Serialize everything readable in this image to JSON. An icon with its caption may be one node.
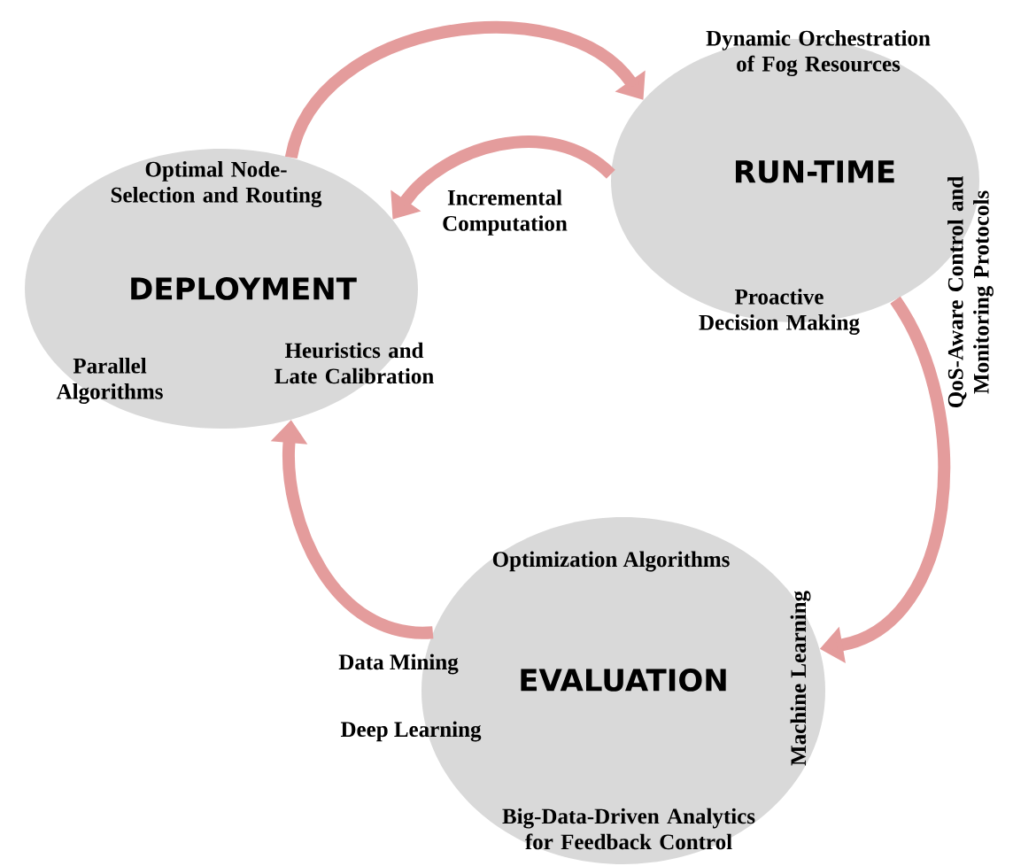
{
  "diagram": {
    "nodes": [
      {
        "text": [
          "Optimal Node-Selection and Routing",
          "DEPLOYMENT",
          "Parallel Algorithms",
          "Heuristics and Late Calibration"
        ]
      },
      {
        "text": [
          "Dynamic Orchestration of Fog Resources",
          "RUN-TIME",
          "Proactive Decision Making"
        ]
      },
      {
        "text": [
          "Optimization Algorithms",
          "Data Mining",
          "EVALUATION",
          "Deep Learning",
          "Big-Data-Driven Analytics for Feedback Control"
        ]
      }
    ],
    "edges": [
      {
        "from": 0,
        "to": 1,
        "arrow": "to"
      },
      {
        "from": 1,
        "to": 0,
        "arrow": "to"
      },
      {
        "from": 1,
        "to": 2,
        "arrow": "to"
      },
      {
        "from": 2,
        "to": 0,
        "arrow": "to"
      }
    ],
    "labels": [
      "Incremental Computation",
      "QoS-Aware Control and Monitoring Protocols",
      "Machine Learning"
    ]
  }
}
